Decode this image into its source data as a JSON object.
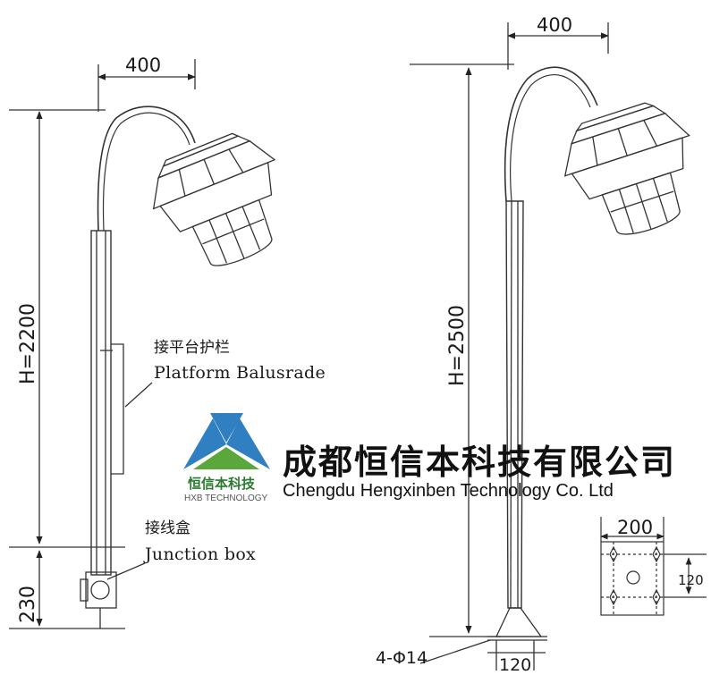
{
  "left_lamp": {
    "arm_reach": "400",
    "height": "H=2200",
    "base_height": "230",
    "platform_label_cn": "接平台护栏",
    "platform_label_en": "Platform Balusrade",
    "junction_label_cn": "接线盒",
    "junction_label_en": "Junction box"
  },
  "right_lamp": {
    "arm_reach": "400",
    "height": "H=2500",
    "bolt_spec": "4-Φ14",
    "base_width": "120"
  },
  "base_plate": {
    "width": "200",
    "hole_spacing": "120"
  },
  "logo": {
    "name_cn": "恒信本科技",
    "name_en": "HXB TECHNOLOGY",
    "colors": {
      "blue": "#2f7fc1",
      "green": "#5aa83c"
    }
  },
  "company": {
    "name_cn": "成都恒信本科技有限公司",
    "name_en": "Chengdu Hengxinben Technology Co. Ltd"
  }
}
